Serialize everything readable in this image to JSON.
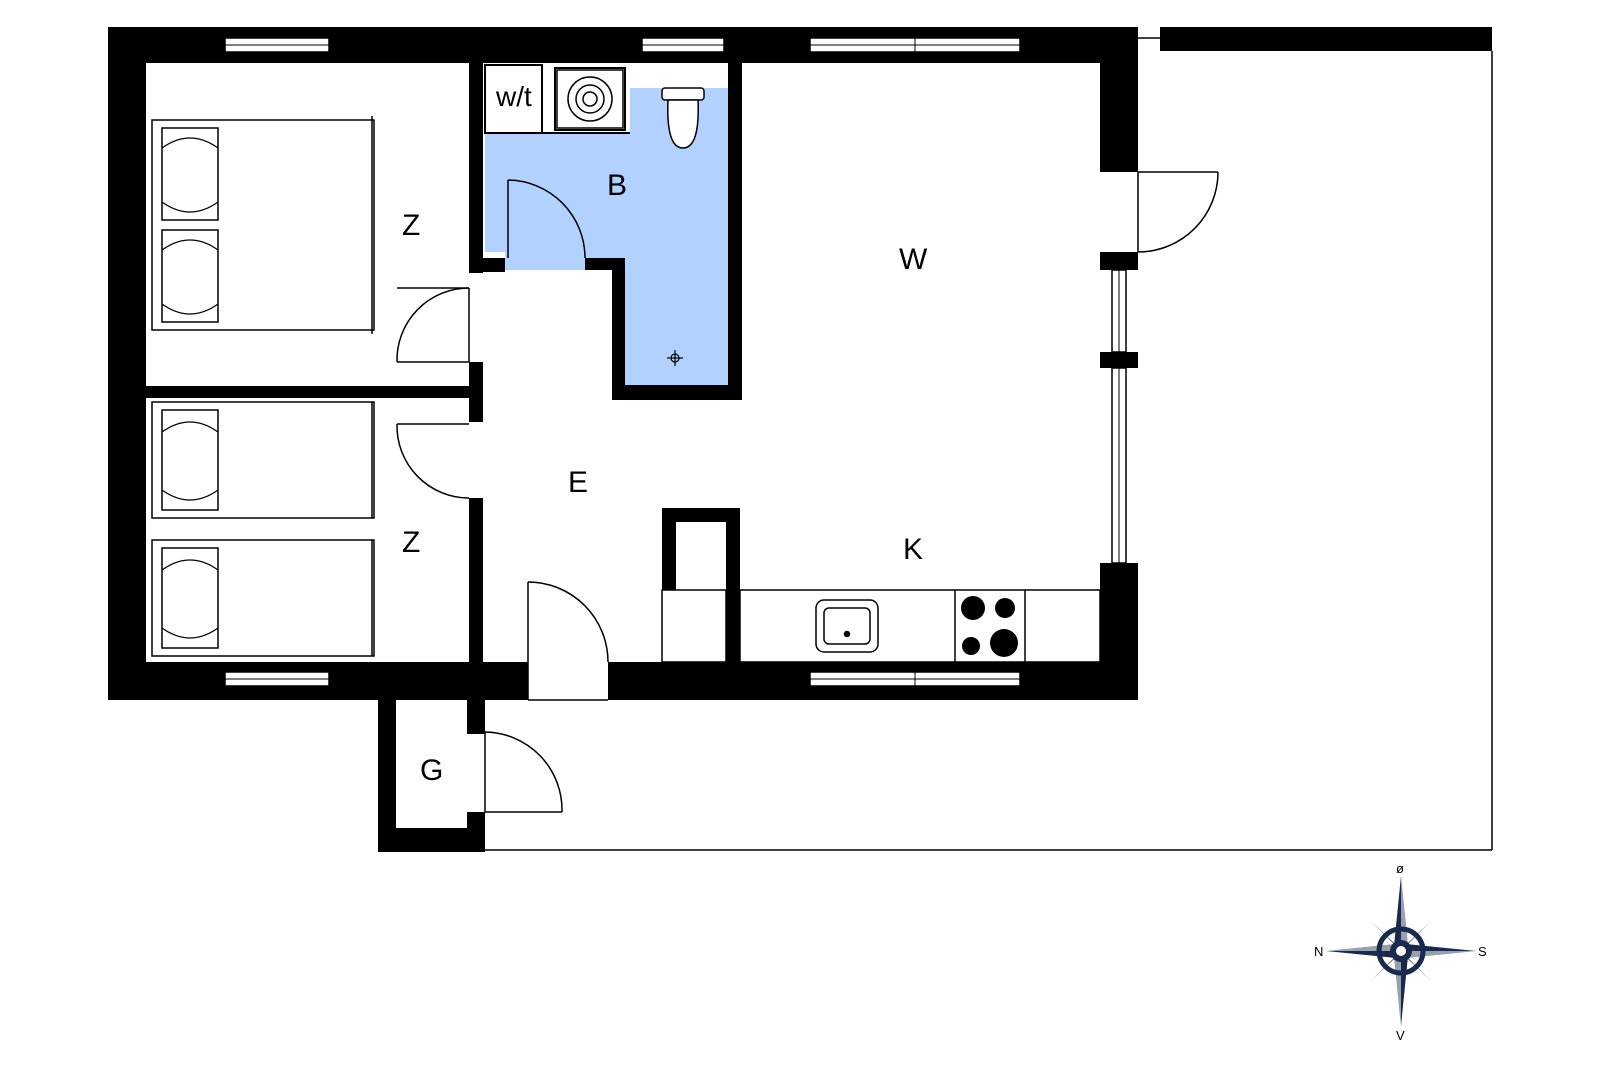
{
  "rooms": {
    "bedroom_1": "Z",
    "bedroom_2": "Z",
    "bathroom": "B",
    "toilet_washer": "w/t",
    "entrance": "E",
    "living_room": "W",
    "kitchen": "K",
    "shed": "G"
  },
  "compass": {
    "north": "N",
    "south": "S",
    "east": "ø",
    "west": "V"
  },
  "colors": {
    "wall": "#000000",
    "bathroom_fill": "#b3d1ff",
    "compass_fill": "#1a2a4d"
  }
}
